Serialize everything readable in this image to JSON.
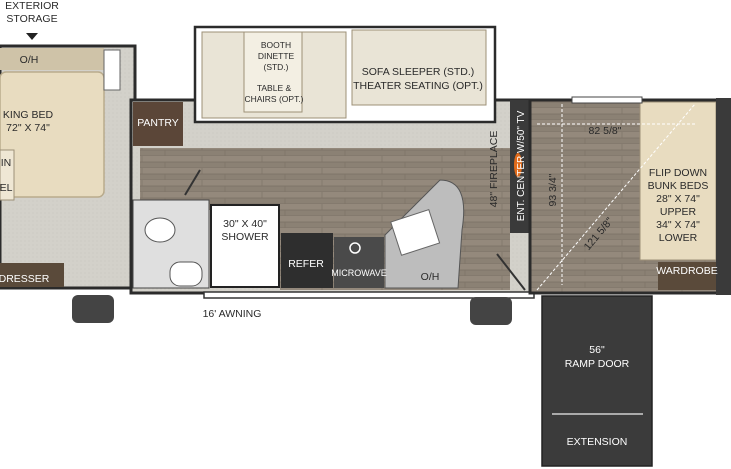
{
  "labels": {
    "exterior_storage_1": "EXTERIOR",
    "exterior_storage_2": "STORAGE",
    "oh_bedroom": "O/H",
    "king_bed_1": "KING BED",
    "king_bed_2": "72\" X 74\"",
    "nightstand_1": "IN",
    "nightstand_2": "EL",
    "dresser": "DRESSER",
    "pantry": "PANTRY",
    "booth_1": "BOOTH",
    "booth_2": "DINETTE",
    "booth_3": "(STD.)",
    "table_1": "TABLE &",
    "table_2": "CHAIRS (OPT.)",
    "sofa_1": "SOFA SLEEPER (STD.)",
    "sofa_2": "THEATER SEATING (OPT.)",
    "shower_1": "30\" X 40\"",
    "shower_2": "SHOWER",
    "refer": "REFER",
    "microwave": "MICROWAVE",
    "oh_kitchen": "O/H",
    "fireplace": "48\" FIREPLACE",
    "ent_center": "ENT. CENTER W/50\" TV",
    "dim_width": "82 5/8\"",
    "dim_height": "93 3/4\"",
    "dim_diag": "121 5/8\"",
    "bunk_1": "FLIP DOWN",
    "bunk_2": "BUNK BEDS",
    "bunk_3": "28\" X 74\"",
    "bunk_4": "UPPER",
    "bunk_5": "34\" X 74\"",
    "bunk_6": "LOWER",
    "wardrobe": "WARDROBE",
    "awning": "16' AWNING",
    "ramp_1": "56\"",
    "ramp_2": "RAMP DOOR",
    "extension": "EXTENSION"
  },
  "colors": {
    "floor_wood": "#8a7f72",
    "carpet": "#d6d4cd",
    "tan": "#e8dcc0",
    "dark": "#3a3a3a",
    "ramp": "#3d3d3d"
  }
}
